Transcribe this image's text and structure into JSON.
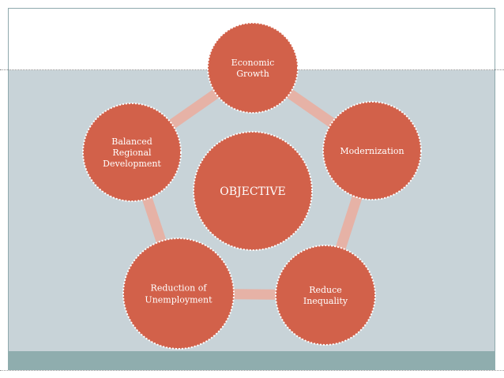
{
  "colors": {
    "node_fill": "#d2614a",
    "node_stroke": "#ffffff",
    "ring": "#e6b2a6",
    "background": "#c8d3d8",
    "footer": "#8fadae"
  },
  "center": {
    "label": "OBJECTIVE"
  },
  "nodes": [
    {
      "id": "economic-growth",
      "lines": [
        "Economic",
        "Growth"
      ]
    },
    {
      "id": "modernization",
      "lines": [
        "Modernization"
      ]
    },
    {
      "id": "reduce-inequality",
      "lines": [
        "Reduce",
        "Inequality"
      ]
    },
    {
      "id": "reduction-of-unemployment",
      "lines": [
        "Reduction of",
        "Unemployment"
      ]
    },
    {
      "id": "balanced-regional-development",
      "lines": [
        "Balanced",
        "Regional",
        "Development"
      ]
    }
  ]
}
